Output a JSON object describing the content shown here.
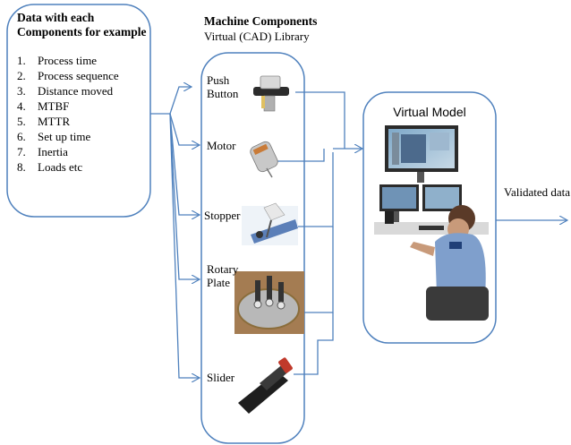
{
  "data_box": {
    "title_line1": "Data with each",
    "title_line2": "Components for example",
    "items": [
      {
        "num": "1.",
        "text": "Process time"
      },
      {
        "num": "2.",
        "text": "Process sequence"
      },
      {
        "num": "3.",
        "text": "Distance moved"
      },
      {
        "num": "4.",
        "text": "MTBF"
      },
      {
        "num": "5.",
        "text": "MTTR"
      },
      {
        "num": "6.",
        "text": "Set up time"
      },
      {
        "num": "7.",
        "text": "Inertia"
      },
      {
        "num": "8.",
        "text": "Loads  etc"
      }
    ]
  },
  "library": {
    "heading": "Machine Components",
    "subheading": "Virtual (CAD) Library",
    "components": [
      {
        "label_line1": "Push",
        "label_line2": "Button"
      },
      {
        "label_line1": "Motor",
        "label_line2": ""
      },
      {
        "label_line1": "Stopper",
        "label_line2": ""
      },
      {
        "label_line1": "Rotary",
        "label_line2": "Plate"
      },
      {
        "label_line1": "Slider",
        "label_line2": ""
      }
    ]
  },
  "virtual_model": {
    "title": "Virtual Model"
  },
  "output": {
    "label": "Validated data"
  },
  "colors": {
    "box_stroke": "#4f81bd",
    "arrow": "#4f81bd",
    "text": "#000000"
  }
}
